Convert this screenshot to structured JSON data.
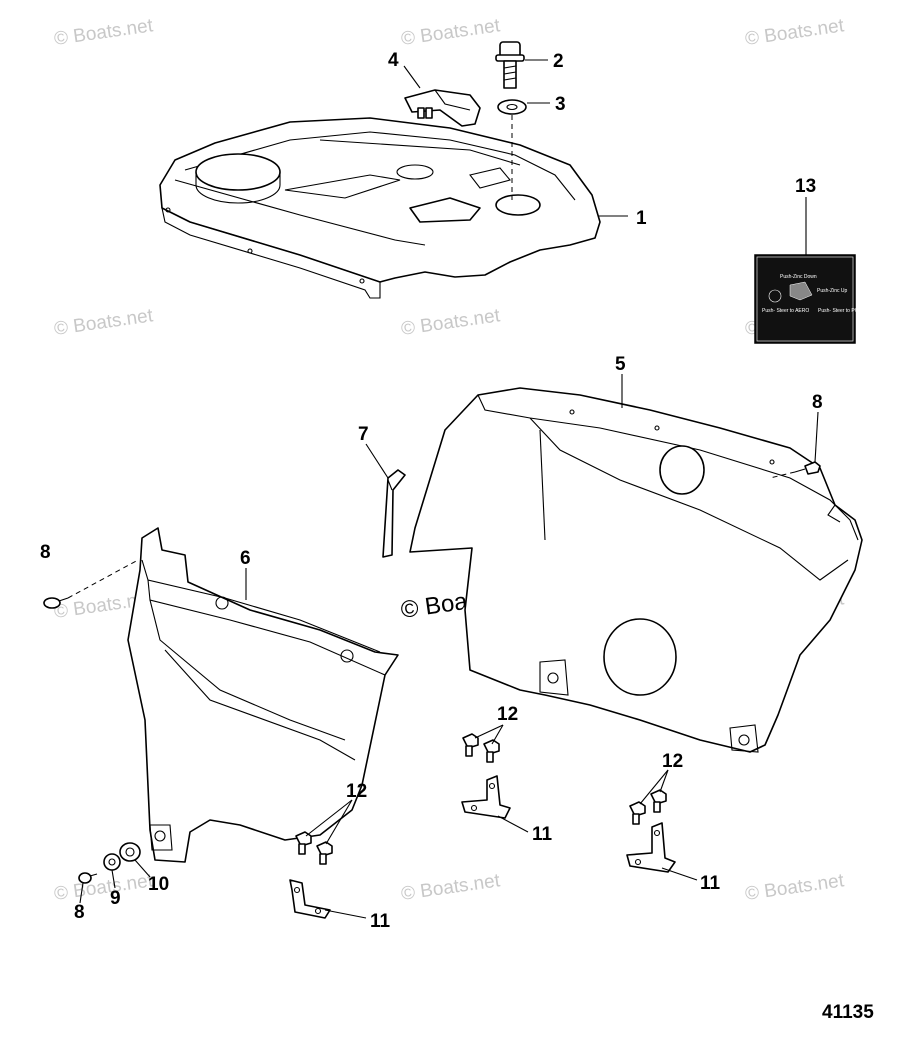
{
  "callouts": {
    "c1": "1",
    "c2": "2",
    "c3": "3",
    "c4": "4",
    "c5": "5",
    "c6": "6",
    "c7": "7",
    "c8a": "8",
    "c8b": "8",
    "c8c": "8",
    "c9": "9",
    "c10": "10",
    "c11a": "11",
    "c11b": "11",
    "c11c": "11",
    "c12a": "12",
    "c12b": "12",
    "c12c": "12",
    "c13": "13"
  },
  "figure_number": "41135",
  "watermarks": {
    "text": "© Boats.net",
    "center_text": "© Boats.net"
  },
  "decal_text": {
    "push_down": "Push-Zinc Down",
    "push_up": "Push-Zinc Up",
    "steer_left": "Push-\nSteer to AERO",
    "steer_right": "Push-\nSteer to PORT"
  },
  "colors": {
    "line": "#000000",
    "watermark": "#c8c8c8",
    "decal_fill": "#111111"
  }
}
